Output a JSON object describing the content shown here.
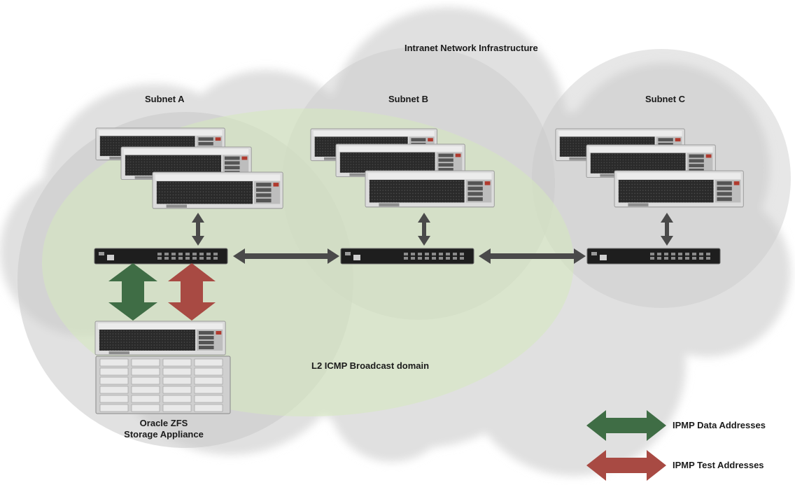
{
  "diagram": {
    "cloud_label": "Intranet Network  Infrastructure",
    "subnets": [
      {
        "label": "Subnet A"
      },
      {
        "label": "Subnet B"
      },
      {
        "label": "Subnet C"
      }
    ],
    "broadcast_domain_label": "L2 ICMP Broadcast domain",
    "storage_label_line1": "Oracle ZFS",
    "storage_label_line2": "Storage Appliance",
    "legend": [
      {
        "label": "IPMP Data Addresses",
        "color": "#3f6d45"
      },
      {
        "label": "IPMP Test Addresses",
        "color": "#a84a43"
      }
    ],
    "colors": {
      "cloud": "#e2e2e2",
      "subnet_circle": "#cfcfcf",
      "broadcast_domain": "#dcecc6",
      "link_arrow": "#4a4a4a",
      "server_body": "#2b2b2b",
      "server_frame": "#d8d8d8",
      "switch_body": "#1e1e1e",
      "disk_shelf": "#c4c4c4"
    }
  }
}
